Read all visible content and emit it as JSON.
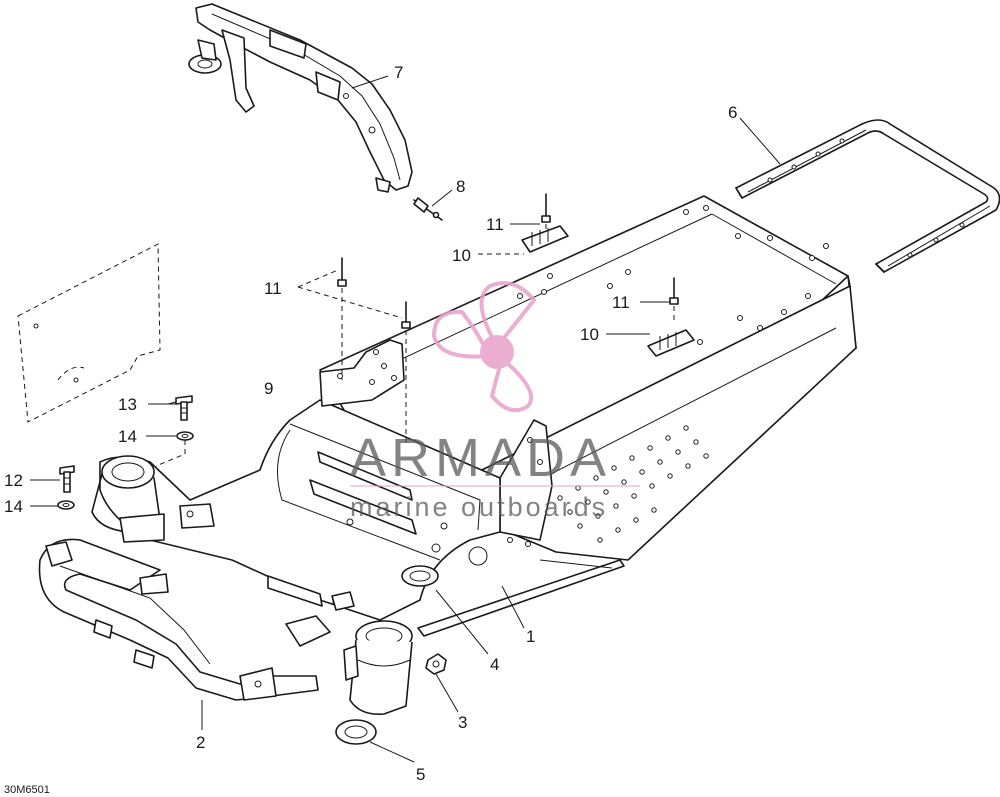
{
  "callouts": [
    {
      "id": "1",
      "label": "1"
    },
    {
      "id": "2",
      "label": "2"
    },
    {
      "id": "3",
      "label": "3"
    },
    {
      "id": "4",
      "label": "4"
    },
    {
      "id": "5",
      "label": "5"
    },
    {
      "id": "6",
      "label": "6"
    },
    {
      "id": "7",
      "label": "7"
    },
    {
      "id": "8",
      "label": "8"
    },
    {
      "id": "9",
      "label": "9"
    },
    {
      "id": "10a",
      "label": "10"
    },
    {
      "id": "10b",
      "label": "10"
    },
    {
      "id": "11a",
      "label": "11"
    },
    {
      "id": "11b",
      "label": "11"
    },
    {
      "id": "11c",
      "label": "11"
    },
    {
      "id": "12",
      "label": "12"
    },
    {
      "id": "13",
      "label": "13"
    },
    {
      "id": "14a",
      "label": "14"
    },
    {
      "id": "14b",
      "label": "14"
    }
  ],
  "drawing_code": "30M6501",
  "watermark": {
    "brand": "ARMADA",
    "tagline": "marine outboards",
    "color": "#e8a0c8"
  }
}
